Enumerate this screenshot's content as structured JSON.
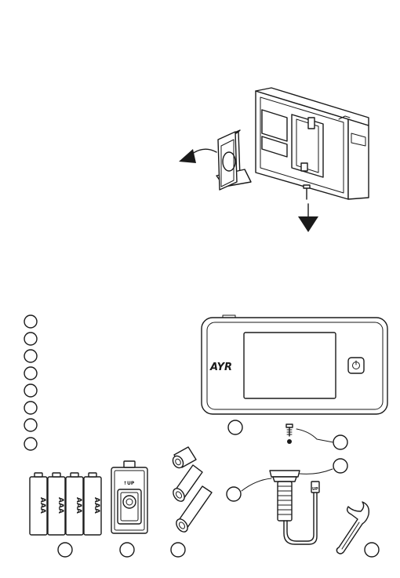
{
  "brand_logo": "AYR",
  "battery_label": "AAA",
  "battery_count": 4,
  "plate_label": "↑UP",
  "stem_label": "UP",
  "legend_item_count": 8,
  "callout_count": 8
}
